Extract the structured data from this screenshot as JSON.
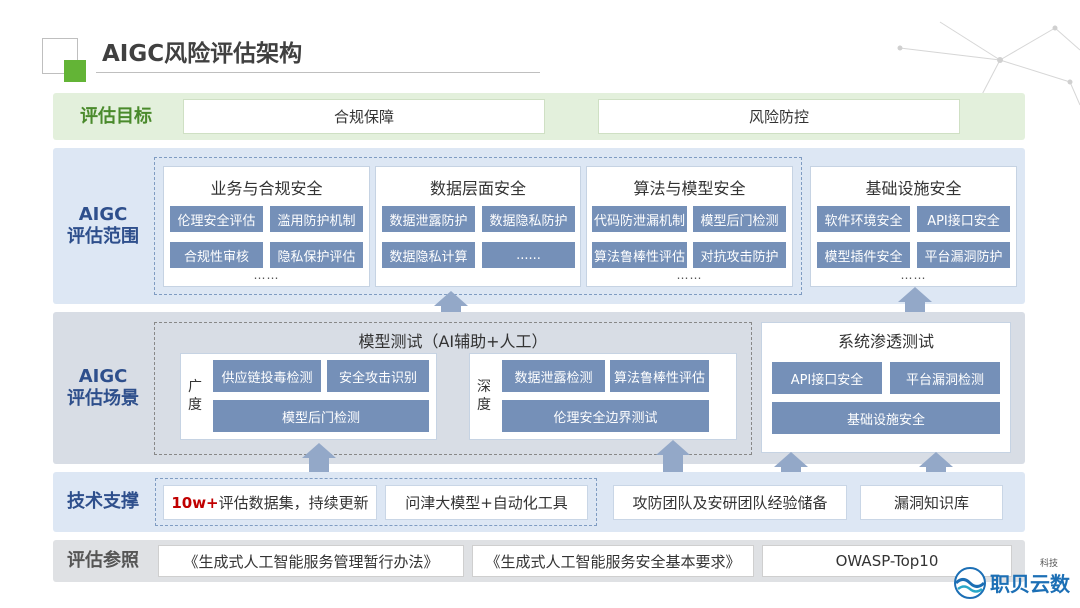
{
  "title": "AIGC风险评估架构",
  "goals": {
    "label": "评估目标",
    "items": [
      "合规保障",
      "风险防控"
    ]
  },
  "scope": {
    "label_line1": "AIGC",
    "label_line2": "评估范围",
    "groups": [
      {
        "title": "业务与合规安全",
        "tiles": [
          "伦理安全评估",
          "滥用防护机制",
          "合规性审核",
          "隐私保护评估"
        ],
        "more": "……"
      },
      {
        "title": "数据层面安全",
        "tiles": [
          "数据泄露防护",
          "数据隐私防护",
          "数据隐私计算",
          "......"
        ]
      },
      {
        "title": "算法与模型安全",
        "tiles": [
          "代码防泄漏机制",
          "模型后门检测",
          "算法鲁棒性评估",
          "对抗攻击防护"
        ],
        "more": "……"
      },
      {
        "title": "基础设施安全",
        "tiles": [
          "软件环境安全",
          "API接口安全",
          "模型插件安全",
          "平台漏洞防护"
        ],
        "more": "……"
      }
    ]
  },
  "scene": {
    "label_line1": "AIGC",
    "label_line2": "评估场景",
    "model_test": {
      "title": "模型测试（AI辅助+人工）",
      "breadth": {
        "label1": "广",
        "label2": "度",
        "tiles": [
          "供应链投毒检测",
          "安全攻击识别"
        ],
        "wide_tile": "模型后门检测"
      },
      "depth": {
        "label1": "深",
        "label2": "度",
        "tiles": [
          "数据泄露检测",
          "算法鲁棒性评估"
        ],
        "wide_tile": "伦理安全边界测试"
      }
    },
    "pen_test": {
      "title": "系统渗透测试",
      "tiles": [
        "API接口安全",
        "平台漏洞检测"
      ],
      "wide_tile": "基础设施安全"
    }
  },
  "support": {
    "label": "技术支撑",
    "item1_highlight": "10w+",
    "item1_text": "评估数据集，持续更新",
    "items": [
      "问津大模型+自动化工具",
      "攻防团队及安研团队经验储备",
      "漏洞知识库"
    ]
  },
  "reference": {
    "label": "评估参照",
    "items": [
      "《生成式人工智能服务管理暂行办法》",
      "《生成式人工智能服务安全基本要求》",
      "OWASP-Top10"
    ]
  },
  "logo": {
    "small": "科技",
    "name": "职贝云数"
  },
  "colors": {
    "accent_green": "#63b436",
    "goal_band": "#e3f0dc",
    "blue_band": "#dde7f4",
    "gray_band": "#d8dde5",
    "tile": "#7590b8",
    "label_blue": "#2e4f8c",
    "highlight_red": "#c00000"
  }
}
